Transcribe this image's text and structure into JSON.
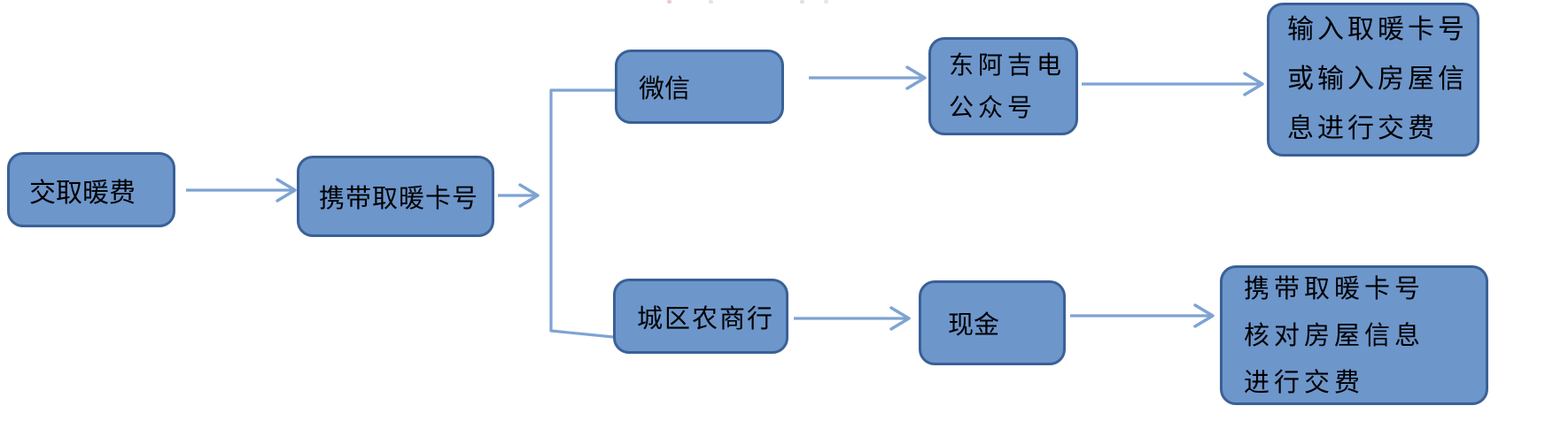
{
  "diagram": {
    "type": "flowchart",
    "colors": {
      "node_fill": "#6D96CB",
      "node_border": "#3A6096",
      "connector": "#7EA3D3",
      "text": "#000000",
      "background": "#FFFFFF"
    },
    "nodes": {
      "start": {
        "label": "交取暖费"
      },
      "carry_card": {
        "label": "携带取暖卡号"
      },
      "wechat": {
        "label": "微信"
      },
      "official_account": {
        "label": "东阿吉电\n公众号"
      },
      "wechat_steps": {
        "label": "输入取暖卡号\n或输入房屋信\n息进行交费"
      },
      "bank": {
        "label": "城区农商行"
      },
      "cash": {
        "label": "现金"
      },
      "bank_steps": {
        "label": "携带取暖卡号\n核对房屋信息\n进行交费"
      }
    },
    "edges": [
      {
        "from": "交取暖费",
        "to": "携带取暖卡号",
        "style": "arrow"
      },
      {
        "from": "携带取暖卡号",
        "to": "微信",
        "style": "elbow-branch"
      },
      {
        "from": "携带取暖卡号",
        "to": "城区农商行",
        "style": "elbow-branch"
      },
      {
        "from": "微信",
        "to": "东阿吉电公众号",
        "style": "arrow"
      },
      {
        "from": "东阿吉电公众号",
        "to": "输入取暖卡号或输入房屋信息进行交费",
        "style": "arrow"
      },
      {
        "from": "城区农商行",
        "to": "现金",
        "style": "arrow"
      },
      {
        "from": "现金",
        "to": "携带取暖卡号核对房屋信息进行交费",
        "style": "arrow"
      }
    ]
  }
}
